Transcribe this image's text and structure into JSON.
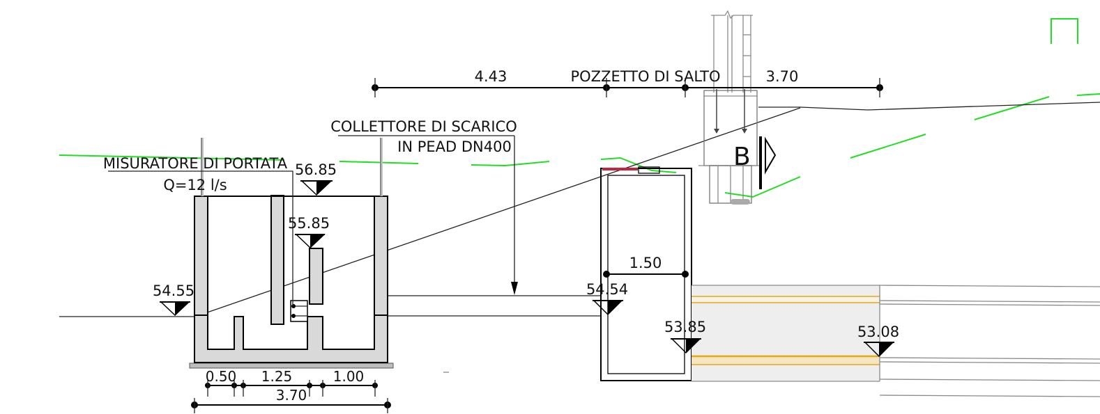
{
  "dimensions": {
    "top_left": "4.43",
    "top_right": "3.70",
    "chamber_width": "1.50",
    "bottom_a": "0.50",
    "bottom_b": "1.25",
    "bottom_c": "1.00",
    "bottom_total": "3.70"
  },
  "elevations": {
    "e_5685": "56.85",
    "e_5585": "55.85",
    "e_5455": "54.55",
    "e_5454": "54.54",
    "e_5385": "53.85",
    "e_5308": "53.08"
  },
  "labels": {
    "flow_meter": "MISURATORE DI PORTATA",
    "flow_rate": "Q=12 l/s",
    "collector_line1": "COLLETTORE DI SCARICO",
    "collector_line2": "IN PEAD DN400",
    "drop_chamber": "POZZETTO DI SALTO",
    "section_mark": "B"
  },
  "colors": {
    "line": "#000000",
    "terrain": "#22dd22",
    "concrete": "#d9d9d9",
    "pipe_fill": "#e6a817",
    "cover": "#c0283a"
  }
}
